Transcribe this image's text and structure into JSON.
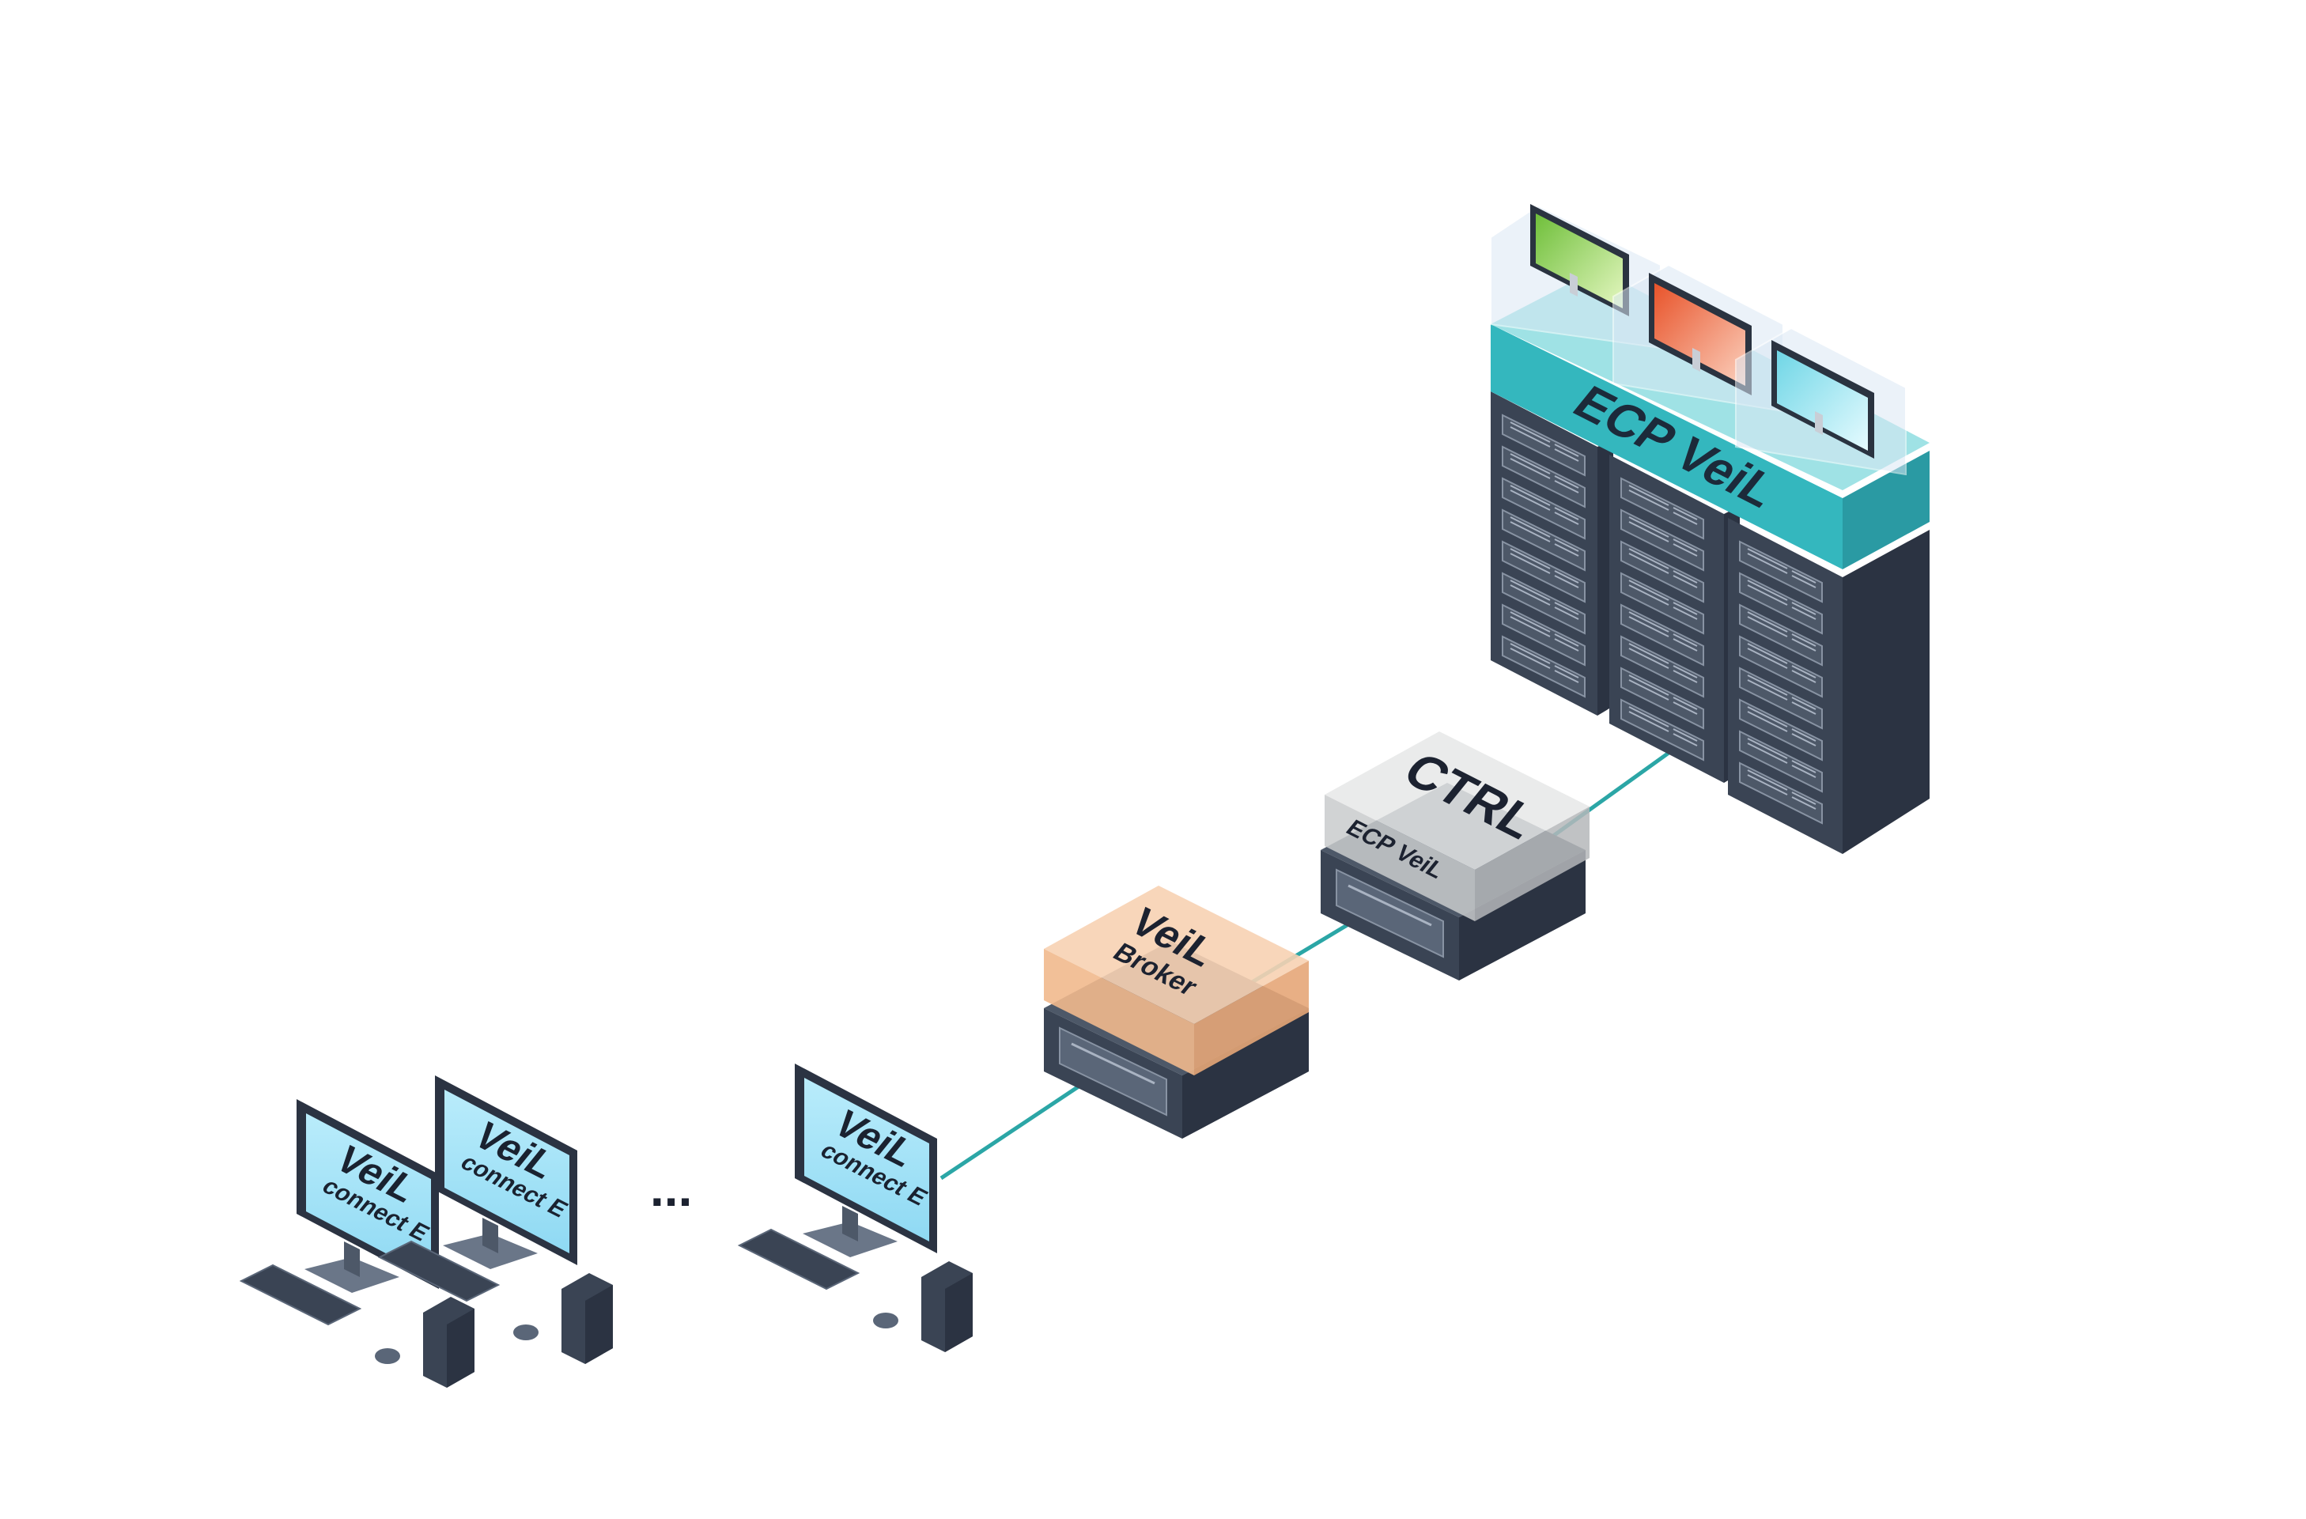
{
  "diagram": {
    "cluster": {
      "label": "ECP VeiL",
      "colors": {
        "band": "#34b7be",
        "rack_front": "#3a4454",
        "rack_side": "#2b3342",
        "vm_green": "#8fd45a",
        "vm_red": "#f06a3c",
        "vm_blue": "#9ee8f2"
      }
    },
    "controller": {
      "title": "CTRL",
      "subtitle": "ECP VeiL",
      "color": "#d4d6d8"
    },
    "broker": {
      "title": "VeiL",
      "subtitle": "Broker",
      "color": "#f1b98d"
    },
    "link_color": "#2ba6a6",
    "ellipsis": "...",
    "clients": [
      {
        "title": "VeiL",
        "subtitle": "connect E"
      },
      {
        "title": "VeiL",
        "subtitle": "connect E"
      },
      {
        "title": "VeiL",
        "subtitle": "connect E"
      }
    ]
  }
}
